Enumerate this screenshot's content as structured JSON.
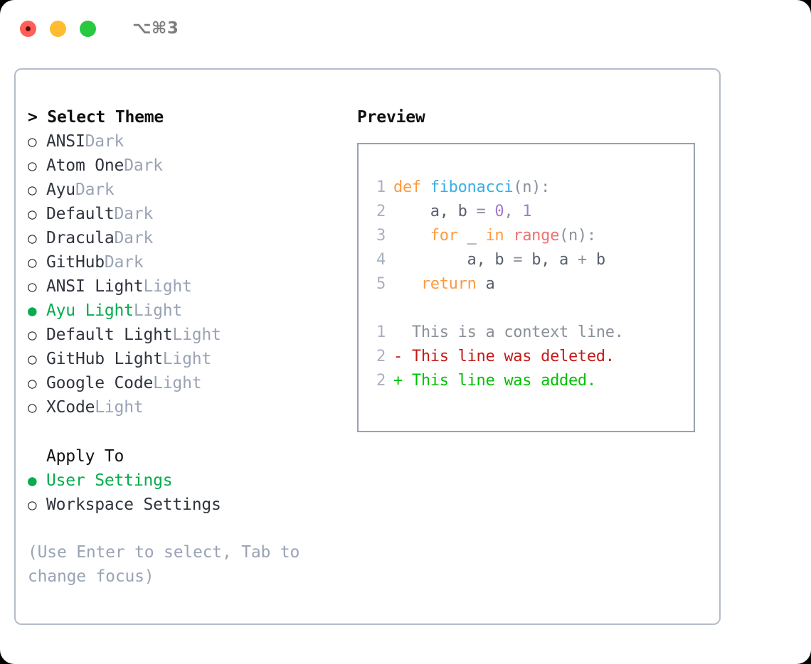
{
  "window": {
    "shortcut": "⌥⌘3",
    "traffic_lights": [
      {
        "name": "close",
        "color": "#ff5f57"
      },
      {
        "name": "minimize",
        "color": "#febc2e"
      },
      {
        "name": "maximize",
        "color": "#28c840"
      }
    ]
  },
  "theme_picker": {
    "header": "> Select Theme",
    "bullet_unselected": "○",
    "bullet_selected": "●",
    "options": [
      {
        "label": "ANSI",
        "suffix": "Dark",
        "selected": false
      },
      {
        "label": "Atom One",
        "suffix": "Dark",
        "selected": false
      },
      {
        "label": "Ayu",
        "suffix": "Dark",
        "selected": false
      },
      {
        "label": "Default",
        "suffix": "Dark",
        "selected": false
      },
      {
        "label": "Dracula",
        "suffix": "Dark",
        "selected": false
      },
      {
        "label": "GitHub",
        "suffix": "Dark",
        "selected": false
      },
      {
        "label": "ANSI Light",
        "suffix": "Light",
        "selected": false
      },
      {
        "label": "Ayu Light",
        "suffix": "Light",
        "selected": true
      },
      {
        "label": "Default Light",
        "suffix": "Light",
        "selected": false
      },
      {
        "label": "GitHub Light",
        "suffix": "Light",
        "selected": false
      },
      {
        "label": "Google Code",
        "suffix": "Light",
        "selected": false
      },
      {
        "label": "XCode",
        "suffix": "Light",
        "selected": false
      }
    ]
  },
  "apply_to": {
    "header": "Apply To",
    "options": [
      {
        "label": "User Settings",
        "selected": true
      },
      {
        "label": "Workspace Settings",
        "selected": false
      }
    ]
  },
  "hint": "(Use Enter to select, Tab to change focus)",
  "preview": {
    "title": "Preview",
    "code": [
      {
        "number": "1",
        "tokens": [
          {
            "text": "def ",
            "kind": "kw"
          },
          {
            "text": "fibonacci",
            "kind": "fn"
          },
          {
            "text": "(n):",
            "kind": "punct"
          }
        ]
      },
      {
        "number": "2",
        "tokens": [
          {
            "text": "    a, b ",
            "kind": "plain"
          },
          {
            "text": "= ",
            "kind": "punct"
          },
          {
            "text": "0",
            "kind": "num"
          },
          {
            "text": ", ",
            "kind": "punct"
          },
          {
            "text": "1",
            "kind": "num"
          }
        ]
      },
      {
        "number": "3",
        "tokens": [
          {
            "text": "    ",
            "kind": "plain"
          },
          {
            "text": "for ",
            "kind": "kw"
          },
          {
            "text": "_ ",
            "kind": "plain"
          },
          {
            "text": "in ",
            "kind": "kw"
          },
          {
            "text": "range",
            "kind": "call"
          },
          {
            "text": "(n):",
            "kind": "punct"
          }
        ]
      },
      {
        "number": "4",
        "tokens": [
          {
            "text": "        a, b ",
            "kind": "plain"
          },
          {
            "text": "= ",
            "kind": "punct"
          },
          {
            "text": "b, a ",
            "kind": "plain"
          },
          {
            "text": "+ ",
            "kind": "punct"
          },
          {
            "text": "b",
            "kind": "plain"
          }
        ]
      },
      {
        "number": "5",
        "tokens": [
          {
            "text": "   ",
            "kind": "plain"
          },
          {
            "text": "return ",
            "kind": "kw"
          },
          {
            "text": "a",
            "kind": "plain"
          }
        ]
      }
    ],
    "diff": [
      {
        "number": "1",
        "marker": " ",
        "text": " This is a context line.",
        "kind": "ctx"
      },
      {
        "number": "2",
        "marker": "-",
        "text": " This line was deleted.",
        "kind": "del"
      },
      {
        "number": "2",
        "marker": "+",
        "text": " This line was added.",
        "kind": "add"
      }
    ]
  },
  "colors": {
    "selection_green": "#06ac4e",
    "muted_text": "#9aa3b5",
    "panel_border": "#b4bccb",
    "preview_border": "#99a2b2",
    "keyword": "#ff9940",
    "function": "#39aee6",
    "number": "#a37acc",
    "call": "#f07171",
    "diff_added": "#00c000",
    "diff_deleted": "#c41a16"
  }
}
